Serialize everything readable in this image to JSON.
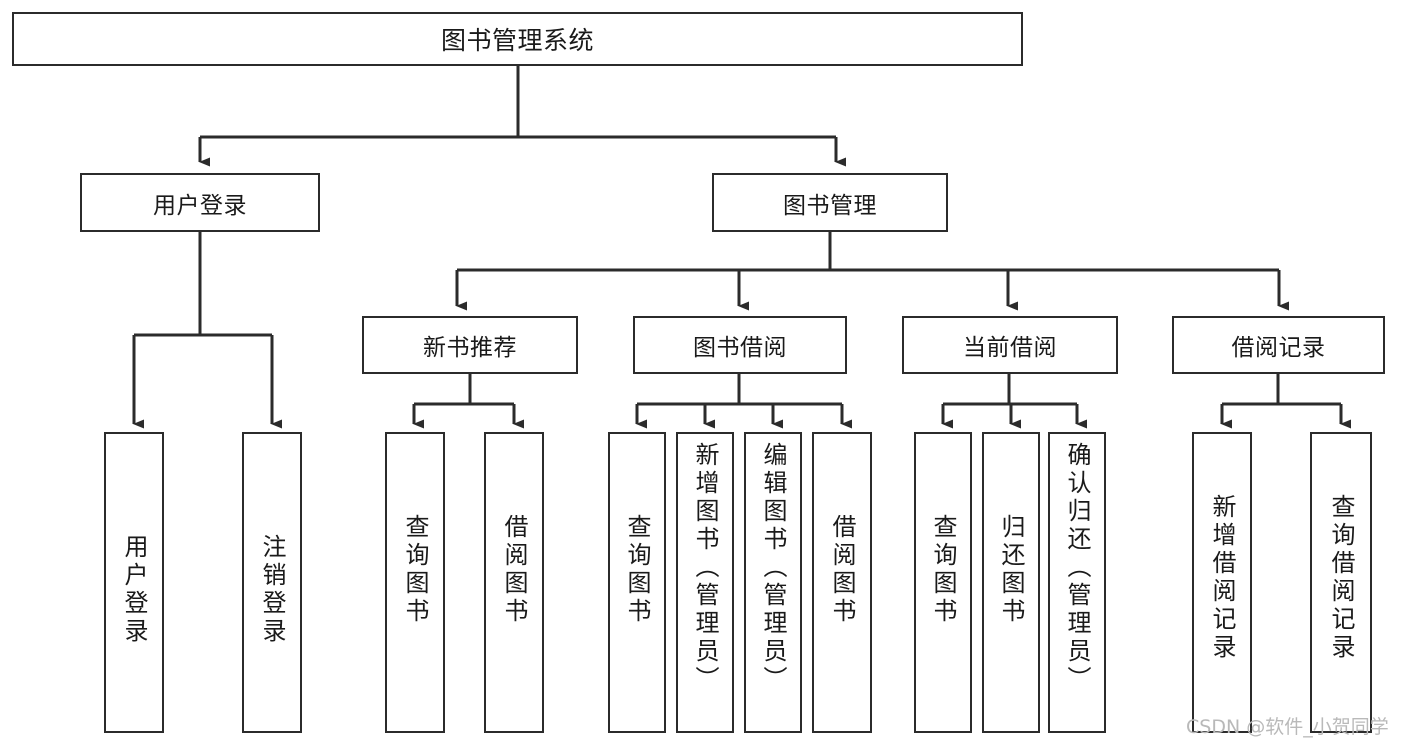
{
  "diagram": {
    "title": "图书管理系统",
    "root": {
      "label": "图书管理系统"
    },
    "tier2": [
      {
        "label": "用户登录"
      },
      {
        "label": "图书管理"
      }
    ],
    "tier3": [
      {
        "label": "新书推荐"
      },
      {
        "label": "图书借阅"
      },
      {
        "label": "当前借阅"
      },
      {
        "label": "借阅记录"
      }
    ],
    "leaves": {
      "user_login": [
        {
          "label": "用户登录"
        },
        {
          "label": "注销登录"
        }
      ],
      "new_book": [
        {
          "label": "查询图书"
        },
        {
          "label": "借阅图书"
        }
      ],
      "book_borrow": [
        {
          "label": "查询图书"
        },
        {
          "label": "新增图书（管理员）"
        },
        {
          "label": "编辑图书（管理员）"
        },
        {
          "label": "借阅图书"
        }
      ],
      "current_borrow": [
        {
          "label": "查询图书"
        },
        {
          "label": "归还图书"
        },
        {
          "label": "确认归还（管理员）"
        }
      ],
      "borrow_record": [
        {
          "label": "新增借阅记录"
        },
        {
          "label": "查询借阅记录"
        }
      ]
    },
    "watermark": "CSDN @软件_小贺同学",
    "colors": {
      "stroke": "#2b2b2b",
      "text": "#1a1a1a",
      "background": "#ffffff",
      "watermark": "#b9b9b9"
    }
  }
}
